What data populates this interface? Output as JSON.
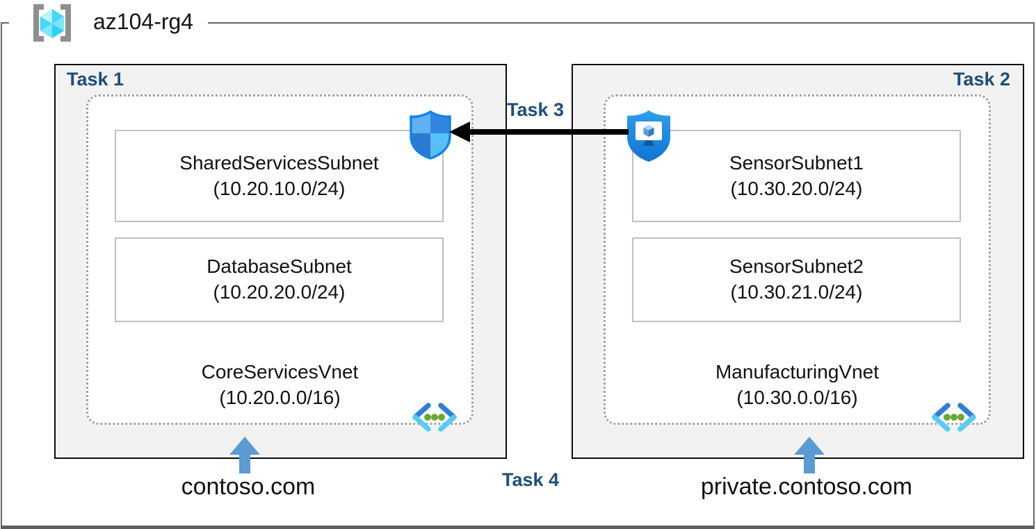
{
  "title": {
    "resource_group": "az104-rg4"
  },
  "colors": {
    "task_label": "#1F4E79",
    "zone_background": "#F2F2F2",
    "dns_arrow_blue": "#5B9BD5",
    "peering_arrow": "#000000",
    "frame_gray": "#666666"
  },
  "zones": {
    "left": {
      "task": "Task 1",
      "subnets": [
        {
          "name": "SharedServicesSubnet",
          "cidr": "(10.20.10.0/24)"
        },
        {
          "name": "DatabaseSubnet",
          "cidr": "(10.20.20.0/24)"
        }
      ],
      "vnet": {
        "name": "CoreServicesVnet",
        "cidr": "(10.20.0.0/16)"
      },
      "dns": "contoso.com"
    },
    "right": {
      "task": "Task 2",
      "subnets": [
        {
          "name": "SensorSubnet1",
          "cidr": "(10.30.20.0/24)"
        },
        {
          "name": "SensorSubnet2",
          "cidr": "(10.30.21.0/24)"
        }
      ],
      "vnet": {
        "name": "ManufacturingVnet",
        "cidr": "(10.30.0.0/16)"
      },
      "dns": "private.contoso.com"
    }
  },
  "annotations": {
    "task3": "Task 3",
    "task4": "Task 4"
  },
  "icons": {
    "resource_group": "resource-group-icon",
    "network_security_group": "nsg-shield-icon",
    "bastion": "bastion-shield-monitor-icon",
    "virtual_network": "virtual-network-icon",
    "dns_pointer": "up-arrow-icon",
    "peering": "left-arrow-icon"
  }
}
